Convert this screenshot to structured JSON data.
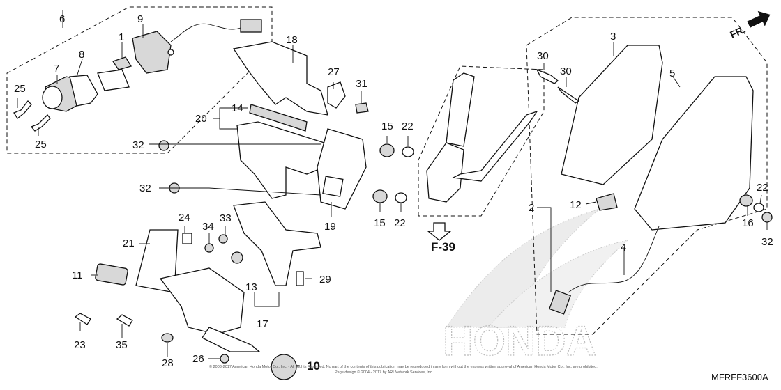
{
  "diagram": {
    "labels": {
      "l1": "1",
      "l2": "2",
      "l3": "3",
      "l4": "4",
      "l5": "5",
      "l6": "6",
      "l7": "7",
      "l8": "8",
      "l9": "9",
      "l10": "10",
      "l11": "11",
      "l12": "12",
      "l13": "13",
      "l14": "14",
      "l15a": "15",
      "l15b": "15",
      "l16": "16",
      "l17": "17",
      "l18": "18",
      "l19": "19",
      "l20": "20",
      "l21": "21",
      "l22a": "22",
      "l22b": "22",
      "l22c": "22",
      "l23": "23",
      "l24": "24",
      "l25a": "25",
      "l25b": "25",
      "l26": "26",
      "l27": "27",
      "l28": "28",
      "l29": "29",
      "l30a": "30",
      "l30b": "30",
      "l31": "31",
      "l32a": "32",
      "l32b": "32",
      "l32c": "32",
      "l33": "33",
      "l34": "34",
      "l35": "35"
    },
    "ref_label": "F-39",
    "direction_label": "FR.",
    "diagram_code": "MFRFF3600A",
    "watermark": "HONDA",
    "copyright_line1": "© 2003-2017 American Honda Motor Co., Inc. - All Rights Reserved. No part of the contents of this publication may be reproduced in any form without the express written approval of American Honda Motor Co., Inc. are prohibited.",
    "copyright_line2": "Page design © 2004 - 2017 by ARI Network Services, Inc."
  }
}
